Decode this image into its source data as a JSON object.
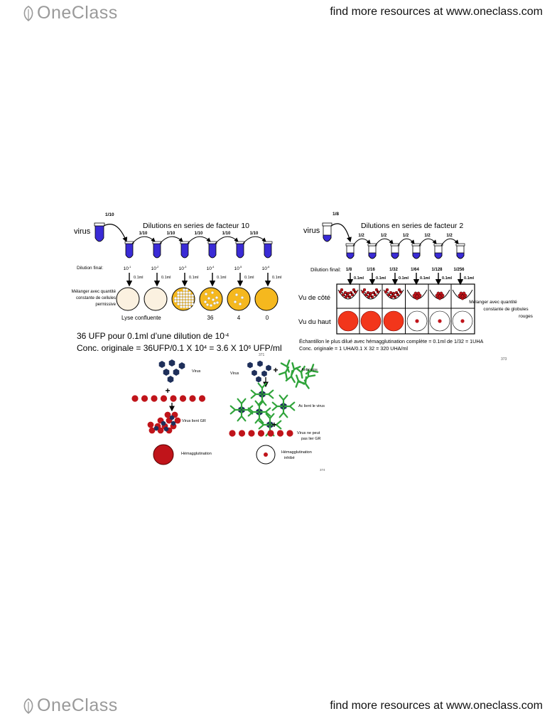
{
  "header": {
    "logo_text": "OneClass",
    "tagline": "find more resources at www.oneclass.com"
  },
  "footer": {
    "logo_text": "OneClass",
    "tagline": "find more resources at www.oneclass.com"
  },
  "panel_left": {
    "virus_label": "virus",
    "first_dilution": "1/10",
    "title": "Dilutions en series de facteur 10",
    "step_labels": [
      "1/10",
      "1/10",
      "1/10",
      "1/10",
      "1/10"
    ],
    "dilution_label": "Dilution final:",
    "dilutions": [
      "10-1",
      "10-2",
      "10-3",
      "10-4",
      "10-5",
      "10-6"
    ],
    "volumes": [
      "0.1ml",
      "0.1ml",
      "0.1ml",
      "0.1ml",
      "0.1ml",
      "0.1ml"
    ],
    "mix_label": [
      "Mélanger avec quantité",
      "constante de cellules",
      "permissive"
    ],
    "lyse_label": "Lyse confluente",
    "plaque_counts": [
      "36",
      "4",
      "0"
    ],
    "page_number": "371"
  },
  "panel_right": {
    "virus_label": "virus",
    "first_dilution": "1/8",
    "title": "Dilutions en series de facteur 2",
    "step_labels": [
      "1/2",
      "1/2",
      "1/2",
      "1/2",
      "1/2"
    ],
    "dilution_label": "Dilution final:",
    "dilutions": [
      "1/8",
      "1/16",
      "1/32",
      "1/64",
      "1/128",
      "1/256"
    ],
    "volumes": [
      "0.1ml",
      "0.1ml",
      "0.1ml",
      "0.1ml",
      "0.1ml",
      "0.1ml"
    ],
    "side_view": "Vu de côté",
    "top_view": "Vu du haut",
    "mix_label": [
      "Mélanger avec quantité",
      "constante de globules",
      "rouges"
    ],
    "caption_line1": "Échantillon le plus dilué avec hémagglutination complète = 0.1ml de 1/32 = 1UHA",
    "caption_line2": "Conc. originale = 1 UHA/0.1 X 32 = 320 UHA/ml",
    "page_number": "373"
  },
  "calc": {
    "line1": "36 UFP pour 0.1ml d’une dilution de 10-4",
    "line2": "Conc. originale = 36UFP/0.1 X 104 = 3.6 X 106 UFP/ml"
  },
  "hemag": {
    "virus_left": "Virus",
    "virus_bind": "Virus lient GR",
    "hemagglutination": "Hémagglutination",
    "virus_right": "Virus",
    "antibodies": "Anticorps",
    "ab_bind": "Ac lient le virus",
    "virus_cannot": [
      "Virus ne peut",
      "pas lier GR"
    ],
    "inhibited": [
      "Hémagglutination",
      "inhibé"
    ],
    "page_number": "374",
    "plus": "+"
  },
  "colors": {
    "tube": "#3a2bd6",
    "red_cell": "#c0141a",
    "orange": "#f5b81e",
    "beige": "#fbf1e0",
    "virus": "#1e2f5a",
    "antibody": "#2fa43a"
  }
}
